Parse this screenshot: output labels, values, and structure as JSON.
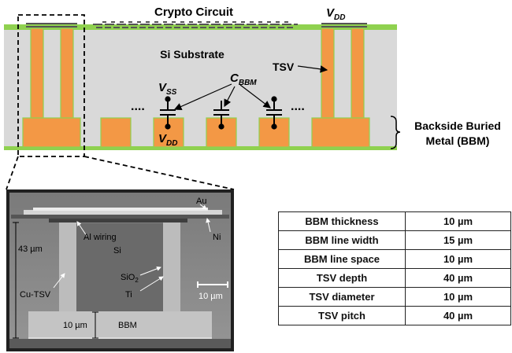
{
  "diagram": {
    "crypto_label": "Crypto Circuit",
    "vdd_top": {
      "main": "V",
      "sub": "DD"
    },
    "substrate_label": "Si Substrate",
    "tsv_label": "TSV",
    "vss": {
      "main": "V",
      "sub": "SS"
    },
    "vdd_bottom": {
      "main": "V",
      "sub": "DD"
    },
    "cbbm": {
      "main": "C",
      "sub": "BBM"
    },
    "dots": "....",
    "bbm_label_line1": "Backside Buried",
    "bbm_label_line2": "Metal (BBM)"
  },
  "sem": {
    "labels": {
      "au": "Au",
      "ni": "Ni",
      "al_wiring": "Al wiring",
      "si": "Si",
      "height": "43 µm",
      "sio2": {
        "main": "SiO",
        "sub": "2"
      },
      "ti": "Ti",
      "scale": "10 µm",
      "cu_tsv": "Cu-TSV",
      "bbm_thick": "10 µm",
      "bbm": "BBM"
    }
  },
  "table": {
    "rows": [
      {
        "param": "BBM thickness",
        "value": "10 µm"
      },
      {
        "param": "BBM line width",
        "value": "15 µm"
      },
      {
        "param": "BBM line space",
        "value": "10 µm"
      },
      {
        "param": "TSV depth",
        "value": "40 µm"
      },
      {
        "param": "TSV diameter",
        "value": "10 µm"
      },
      {
        "param": "TSV pitch",
        "value": "40 µm"
      }
    ]
  },
  "colors": {
    "substrate": "#d9d9d9",
    "metal": "#f39845",
    "green": "#8fd14f",
    "sem_bg": "#8c8c8c"
  }
}
